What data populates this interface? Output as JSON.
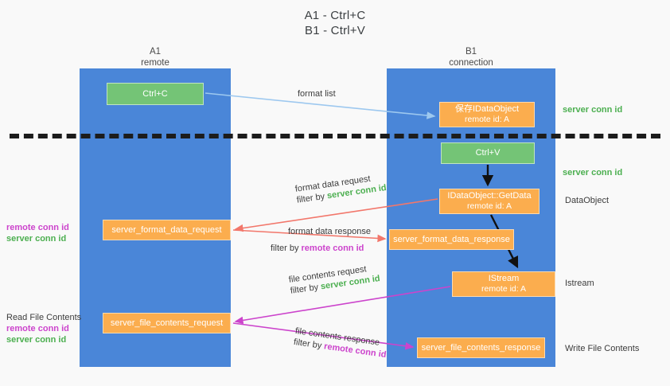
{
  "title": {
    "line1": "A1 - Ctrl+C",
    "line2": "B1 - Ctrl+V"
  },
  "columns": {
    "left": {
      "name": "A1",
      "role": "remote"
    },
    "right": {
      "name": "B1",
      "role": "connection"
    }
  },
  "boxes": {
    "ctrl_c": {
      "label": "Ctrl+C",
      "color": "#74c476"
    },
    "save_idataobject": {
      "line1": "保存IDataObject",
      "line2": "remote id: A",
      "color": "#fbad4e"
    },
    "ctrl_v": {
      "label": "Ctrl+V",
      "color": "#74c476"
    },
    "getdata": {
      "line1": "IDataObject::GetData",
      "line2": "remote id: A",
      "color": "#fbad4e"
    },
    "server_format_data_request": {
      "label": "server_format_data_request",
      "color": "#fbad4e"
    },
    "server_format_data_response": {
      "label": "server_format_data_response",
      "color": "#fbad4e"
    },
    "istream": {
      "line1": "IStream",
      "line2": "remote id: A",
      "color": "#fbad4e"
    },
    "server_file_contents_request": {
      "label": "server_file_contents_request",
      "color": "#fbad4e"
    },
    "server_file_contents_response": {
      "label": "server_file_contents_response",
      "color": "#fbad4e"
    }
  },
  "edges": {
    "format_list": "format list",
    "format_data_request": "format data request",
    "format_data_request_filter_prefix": "filter by ",
    "format_data_request_filter_key": "server conn id",
    "format_data_response": "format data response",
    "format_data_response_filter_prefix": "filter by ",
    "format_data_response_filter_key": "remote conn id",
    "file_contents_request": "file contents request",
    "file_contents_request_filter_prefix": "filter by ",
    "file_contents_request_filter_key": "server conn id",
    "file_contents_response": "file contents response",
    "file_contents_response_filter_prefix": "filter by ",
    "file_contents_response_filter_key": "remote conn id"
  },
  "annotations": {
    "right": {
      "server_conn_id_top": "server conn id",
      "server_conn_id_mid": "server conn id",
      "dataobject": "DataObject",
      "istream": "Istream",
      "write_file_contents": "Write File Contents"
    },
    "left": {
      "remote_conn_id_1": "remote conn id",
      "server_conn_id_1": "server conn id",
      "read_file_contents": "Read File Contents",
      "remote_conn_id_2": "remote conn id",
      "server_conn_id_2": "server conn id"
    }
  },
  "colors": {
    "lane": "#4a86d8",
    "green_box": "#74c476",
    "orange_box": "#fbad4e",
    "server_conn_id": "#4caf50",
    "remote_conn_id": "#cc44cc",
    "arrow_blue": "#9dc8ef",
    "arrow_red": "#f2776b",
    "arrow_magenta": "#cc44cc",
    "arrow_dark": "#1a1a1a",
    "divider": "#1c1c1c",
    "background": "#f9f9f9"
  }
}
